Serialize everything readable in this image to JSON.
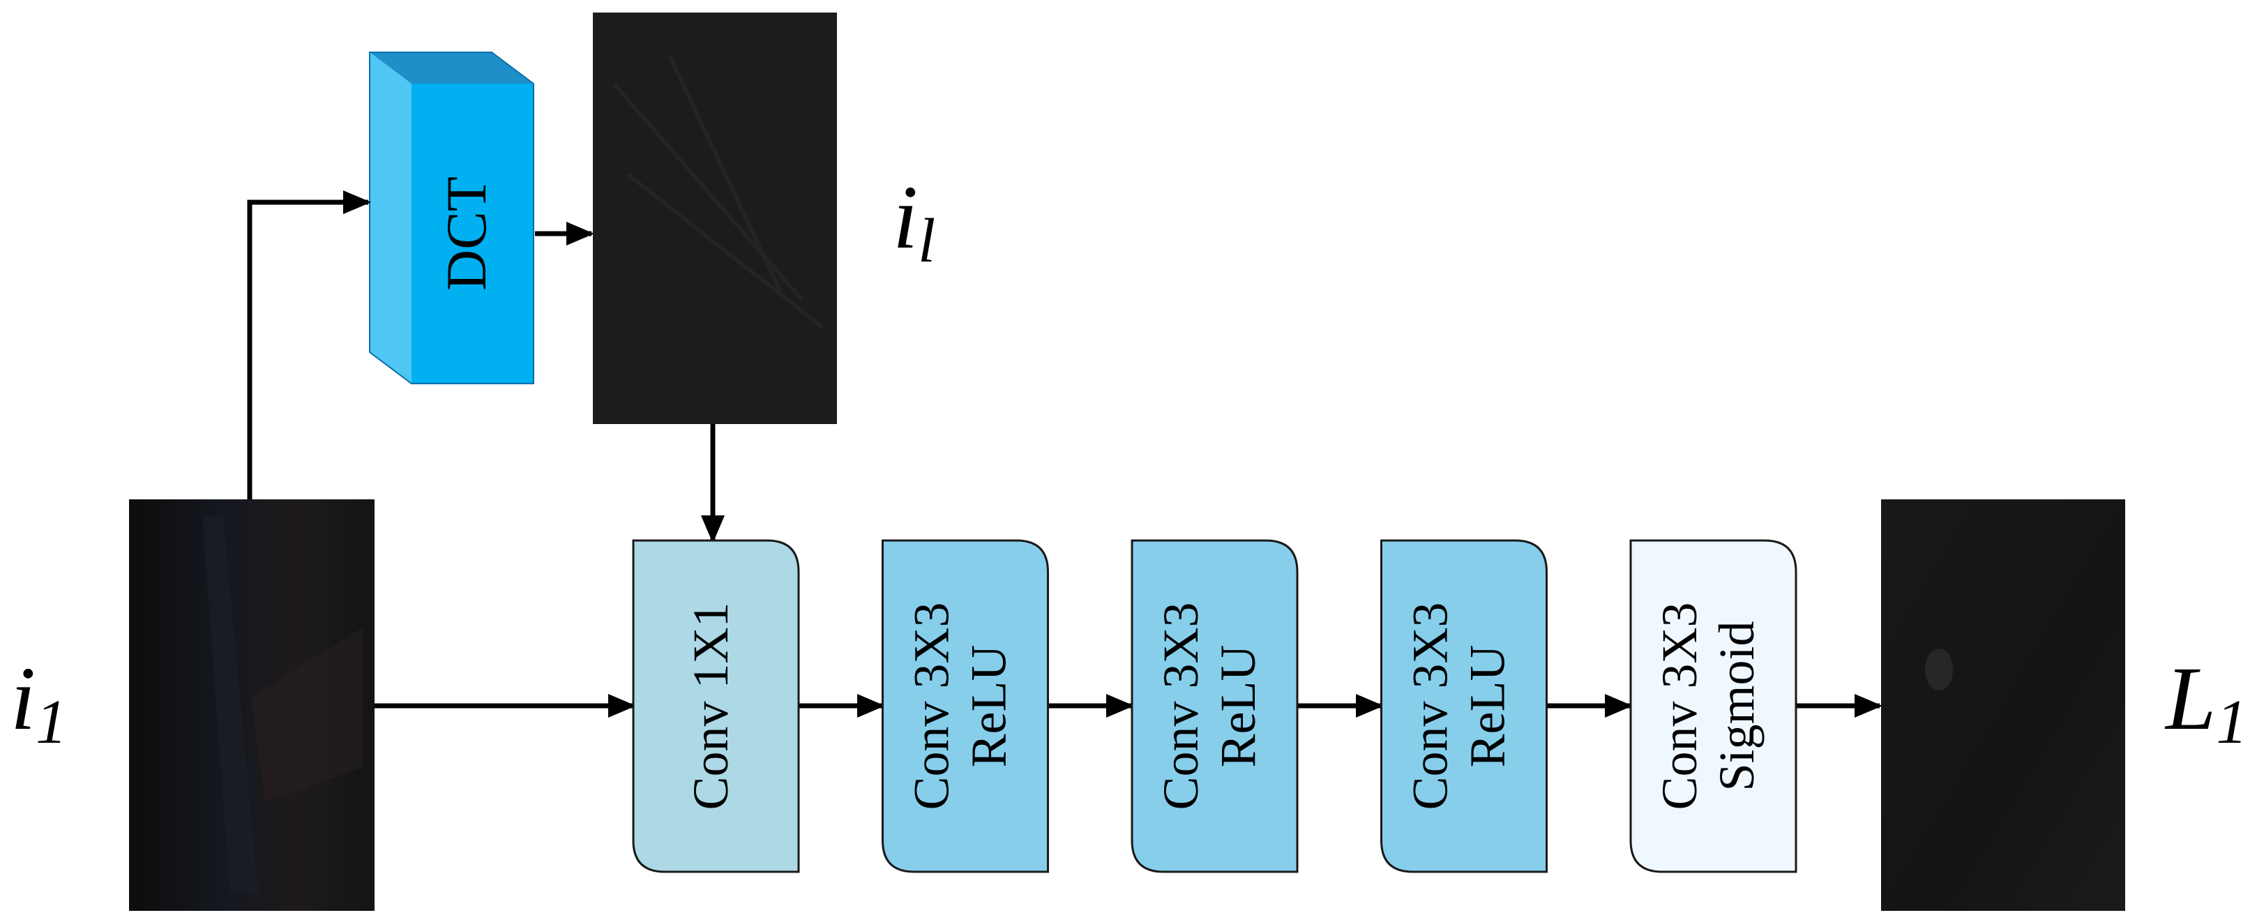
{
  "labels": {
    "input_image": "i",
    "input_image_sub": "1",
    "dct_image": "i",
    "dct_image_sub": "l",
    "output_image": "L",
    "output_image_sub": "1"
  },
  "dct_block": {
    "label": "DCT",
    "color": "#00B0F0"
  },
  "conv_blocks": [
    {
      "line1": "Conv 1X1",
      "line2": "",
      "color": "#ADD8E6"
    },
    {
      "line1": "Conv 3X3",
      "line2": "ReLU",
      "color": "#87CEEB"
    },
    {
      "line1": "Conv 3X3",
      "line2": "ReLU",
      "color": "#87CEEB"
    },
    {
      "line1": "Conv 3X3",
      "line2": "ReLU",
      "color": "#87CEEB"
    },
    {
      "line1": "Conv 3X3",
      "line2": "Sigmoid",
      "color": "#F0F8FF"
    }
  ],
  "images": {
    "input_color": "#101010",
    "dct_color": "#1c1c1c",
    "output_color": "#151515"
  }
}
